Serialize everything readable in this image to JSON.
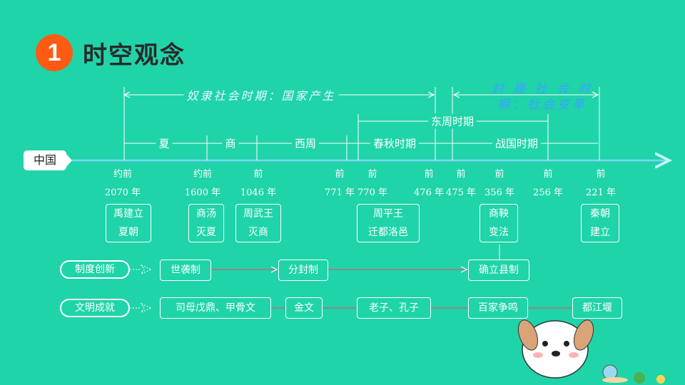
{
  "title": {
    "number": "1",
    "text": "时空观念"
  },
  "country_label": "中国",
  "eras": {
    "slave": "奴隶社会时期：国家产生",
    "feudal_line1": "封 建 社 会 时",
    "feudal_line2": "期：社会变革",
    "eastern_zhou": "东周时期",
    "xia": "夏",
    "shang": "商",
    "western_zhou": "西周",
    "spring_autumn": "春秋时期",
    "warring_states": "战国时期"
  },
  "dates": [
    {
      "line1": "约前",
      "line2": "2070 年"
    },
    {
      "line1": "约前",
      "line2": "1600 年"
    },
    {
      "line1": "前",
      "line2": "1046 年"
    },
    {
      "line1": "前",
      "line2": "771 年"
    },
    {
      "line1": "前",
      "line2": "770 年"
    },
    {
      "line1": "前",
      "line2": "476 年"
    },
    {
      "line1": "前",
      "line2": "475 年"
    },
    {
      "line1": "前",
      "line2": "356 年"
    },
    {
      "line1": "前",
      "line2": "256 年"
    },
    {
      "line1": "前",
      "line2": "221 年"
    }
  ],
  "events": [
    {
      "line1": "禹建立",
      "line2": "夏朝"
    },
    {
      "line1": "商汤",
      "line2": "灭夏"
    },
    {
      "line1": "周武王",
      "line2": "灭商"
    },
    {
      "line1": "周平王",
      "line2": "迁都洛邑"
    },
    {
      "line1": "商鞅",
      "line2": "变法"
    },
    {
      "line1": "秦朝",
      "line2": "建立"
    }
  ],
  "system": {
    "label": "制度创新",
    "items": [
      "世袭制",
      "分封制",
      "确立县制"
    ]
  },
  "civilization": {
    "label": "文明成就",
    "items": [
      "司母戊鼎、甲骨文",
      "金文",
      "老子、孔子",
      "百家争鸣",
      "都江堰"
    ]
  },
  "colors": {
    "background": "#1fd4a8",
    "accent": "#ff5a14",
    "feudal_text": "#3ba3ff",
    "line": "#ffffff"
  }
}
